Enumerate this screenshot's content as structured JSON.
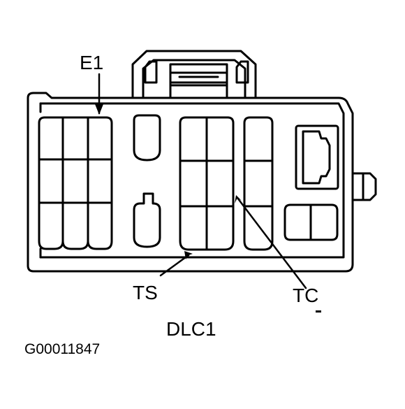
{
  "diagram": {
    "title": "DLC1",
    "figure_code": "G00011847",
    "pins": {
      "e1": "E1",
      "ts": "TS",
      "tc": "TC"
    },
    "colors": {
      "line": "#000000",
      "background": "#ffffff"
    }
  }
}
